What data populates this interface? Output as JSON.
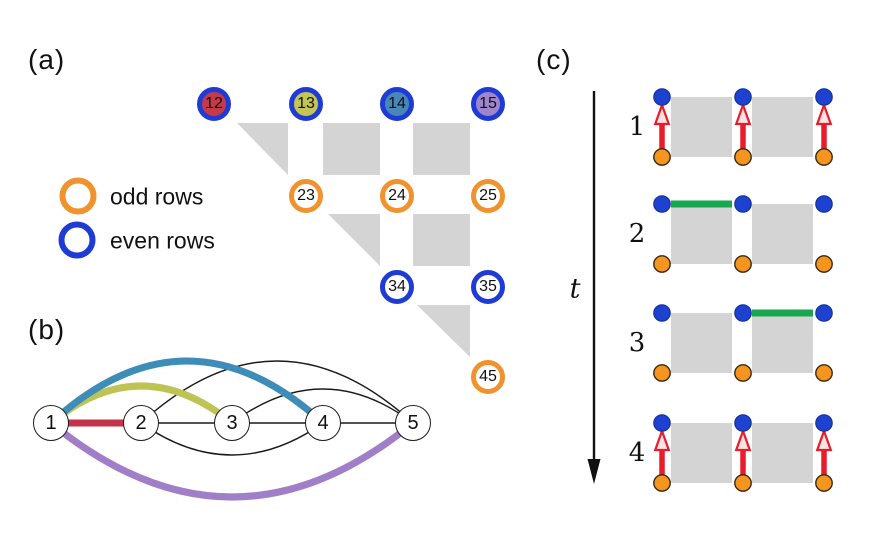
{
  "colors": {
    "gray": "#d4d4d4",
    "ink": "#111111",
    "edge_thin": "#1a1a1a",
    "edge_blue": "#3e8cb8",
    "edge_olive": "#bdc454",
    "edge_purple": "#a17fc8",
    "edge_red": "#c5334a",
    "green": "#18a64e",
    "arrow_red": "#e91c2c",
    "arrow_head": "#fbe3e3",
    "dot_blue": "#1e42d0",
    "dot_blue_edge": "#15309c",
    "dot_orange": "#f5941f",
    "dot_orange_edge": "#3a2a10",
    "ring_orange": "#f0922e",
    "ring_blue": "#1e3cd4"
  },
  "panel_a": {
    "label": "(a)",
    "legend": [
      {
        "label": "odd rows"
      },
      {
        "label": "even rows"
      }
    ],
    "circles": [
      {
        "label": "12",
        "ring": "#1e3cd4",
        "fill": "#c5394a"
      },
      {
        "label": "13",
        "ring": "#1e3cd4",
        "fill": "#c3c653"
      },
      {
        "label": "14",
        "ring": "#1e3cd4",
        "fill": "#4787b8"
      },
      {
        "label": "15",
        "ring": "#1e3cd4",
        "fill": "#9e85cc"
      },
      {
        "label": "23",
        "ring": "#f0922e",
        "fill": "#ffffff"
      },
      {
        "label": "24",
        "ring": "#f0922e",
        "fill": "#ffffff"
      },
      {
        "label": "25",
        "ring": "#f0922e",
        "fill": "#ffffff"
      },
      {
        "label": "34",
        "ring": "#1e3cd4",
        "fill": "#ffffff"
      },
      {
        "label": "35",
        "ring": "#1e3cd4",
        "fill": "#ffffff"
      },
      {
        "label": "45",
        "ring": "#f0922e",
        "fill": "#ffffff"
      }
    ]
  },
  "panel_b": {
    "label": "(b)",
    "nodes": [
      "1",
      "2",
      "3",
      "4",
      "5"
    ]
  },
  "panel_c": {
    "label": "(c)",
    "time_label": "t",
    "steps": [
      "1",
      "2",
      "3",
      "4"
    ]
  }
}
